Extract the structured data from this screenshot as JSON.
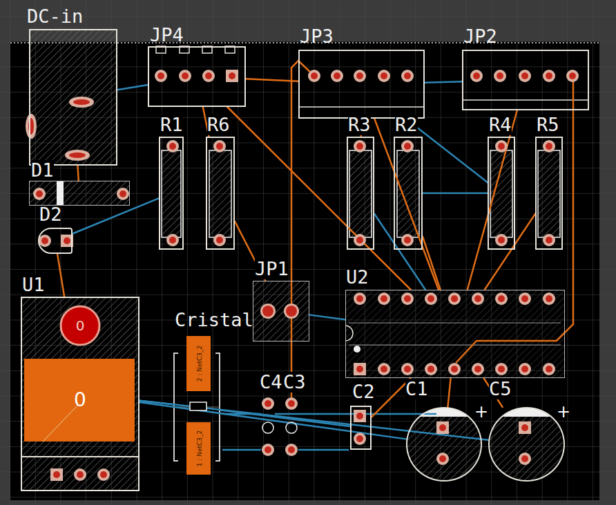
{
  "diagram": {
    "nodes": [
      {
        "text": [
          "DC-in"
        ]
      },
      {
        "text": [
          "JP4"
        ]
      },
      {
        "text": [
          "JP3"
        ]
      },
      {
        "text": [
          "JP2"
        ]
      },
      {
        "text": [
          "R1"
        ]
      },
      {
        "text": [
          "R6"
        ]
      },
      {
        "text": [
          "R3"
        ]
      },
      {
        "text": [
          "R2"
        ]
      },
      {
        "text": [
          "R4"
        ]
      },
      {
        "text": [
          "R5"
        ]
      },
      {
        "text": [
          "D1"
        ]
      },
      {
        "text": [
          "D2"
        ]
      },
      {
        "text": [
          "U1"
        ]
      },
      {
        "text": [
          "JP1"
        ]
      },
      {
        "text": [
          "U2"
        ]
      },
      {
        "text": [
          "Cristal"
        ]
      },
      {
        "text": [
          "C2"
        ]
      },
      {
        "text": [
          "C1"
        ]
      },
      {
        "text": [
          "C5"
        ]
      }
    ],
    "edges": [
      {
        "from": 0,
        "to": 1,
        "arrow": "none"
      },
      {
        "from": 0,
        "to": 10,
        "arrow": "none"
      },
      {
        "from": 11,
        "to": 4,
        "arrow": "none"
      },
      {
        "from": 11,
        "to": 12,
        "arrow": "none"
      },
      {
        "from": 1,
        "to": 2,
        "arrow": "none"
      },
      {
        "from": 1,
        "to": 14,
        "arrow": "none"
      },
      {
        "from": 1,
        "to": 5,
        "arrow": "none"
      },
      {
        "from": 2,
        "to": 3,
        "arrow": "none"
      },
      {
        "from": 2,
        "to": 8,
        "arrow": "none"
      },
      {
        "from": 2,
        "to": 6,
        "arrow": "none"
      },
      {
        "from": 2,
        "to": 14,
        "arrow": "none"
      },
      {
        "from": 3,
        "to": 14,
        "arrow": "none"
      },
      {
        "from": 5,
        "to": 13,
        "arrow": "none"
      },
      {
        "from": 6,
        "to": 14,
        "arrow": "none"
      },
      {
        "from": 7,
        "to": 14,
        "arrow": "none"
      },
      {
        "from": 8,
        "to": 7,
        "arrow": "none"
      },
      {
        "from": 9,
        "to": 14,
        "arrow": "none"
      },
      {
        "from": 13,
        "to": 14,
        "arrow": "none"
      },
      {
        "from": 12,
        "to": 15,
        "arrow": "none"
      },
      {
        "from": 15,
        "to": 16,
        "arrow": "none"
      },
      {
        "from": 16,
        "to": 14,
        "arrow": "none"
      },
      {
        "from": 17,
        "to": 14,
        "arrow": "none"
      },
      {
        "from": 18,
        "to": 14,
        "arrow": "none"
      },
      {
        "from": 12,
        "to": 17,
        "arrow": "none"
      },
      {
        "from": 12,
        "to": 18,
        "arrow": "none"
      }
    ],
    "labels": [
      "C4",
      "C3",
      "0",
      "0",
      "2 : NetC3_2",
      "1 : NetC3_2",
      "+",
      "+"
    ]
  }
}
